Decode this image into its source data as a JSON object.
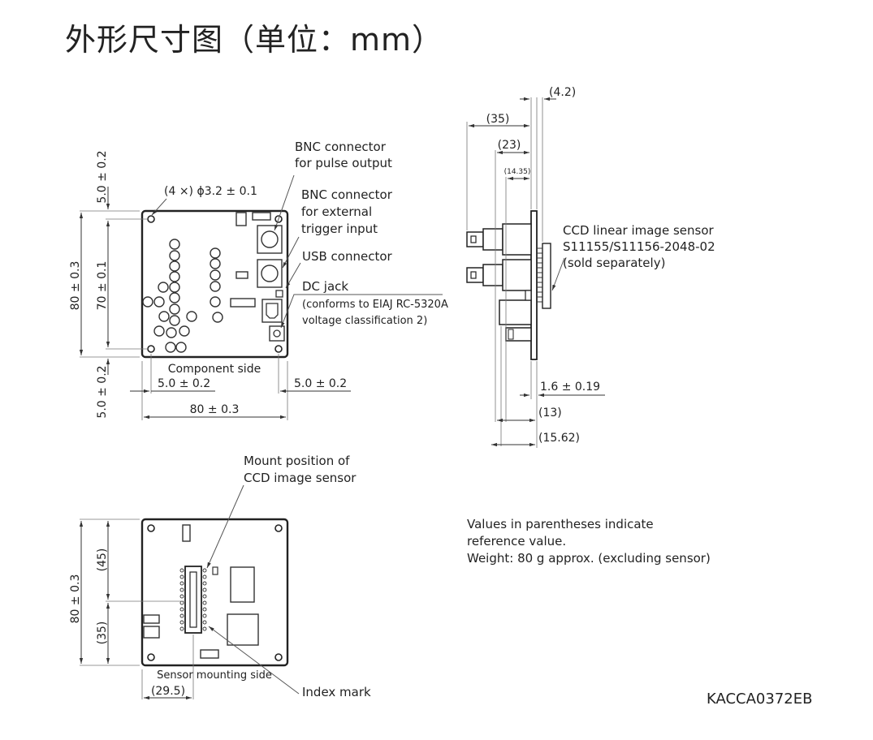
{
  "title": "外形尺寸图（单位：mm）",
  "front_view": {
    "dims": {
      "top_margin": "5.0 ± 0.2",
      "height_total": "80 ± 0.3",
      "hole_pitch": "70 ± 0.1",
      "bottom_margin": "5.0 ± 0.2",
      "hole_spec": "(4 ×) ϕ3.2 ± 0.1",
      "left_margin": "5.0 ± 0.2",
      "right_margin": "5.0 ± 0.2",
      "width_total": "80 ± 0.3"
    },
    "caption": "Component side",
    "callouts": {
      "bnc_pulse_line1": "BNC connector",
      "bnc_pulse_line2": "for pulse output",
      "bnc_trigger_line1": "BNC connector",
      "bnc_trigger_line2": "for external",
      "bnc_trigger_line3": "trigger input",
      "usb": "USB connector",
      "dc_jack": "DC jack",
      "dc_jack_note1": "(conforms to EIAJ RC-5320A",
      "dc_jack_note2": "voltage classification 2)"
    }
  },
  "side_view": {
    "dims": {
      "d42": "(4.2)",
      "d35": "(35)",
      "d23": "(23)",
      "d1435": "(14.35)",
      "d16": "1.6 ± 0.19",
      "d13": "(13)",
      "d1562": "(15.62)"
    },
    "sensor_line1": "CCD linear image sensor",
    "sensor_line2": "S11155/S11156-2048-02",
    "sensor_line3": "(sold separately)"
  },
  "back_view": {
    "mount_line1": "Mount position of",
    "mount_line2": "CCD image sensor",
    "dims": {
      "height_total": "80 ± 0.3",
      "upper": "(45)",
      "lower": "(35)",
      "offset_x": "(29.5)"
    },
    "caption": "Sensor mounting side",
    "index_mark": "Index mark"
  },
  "notes": [
    "Values in parentheses indicate",
    "reference value.",
    "Weight: 80 g approx. (excluding sensor)"
  ],
  "doc_code": "KACCA0372EB"
}
